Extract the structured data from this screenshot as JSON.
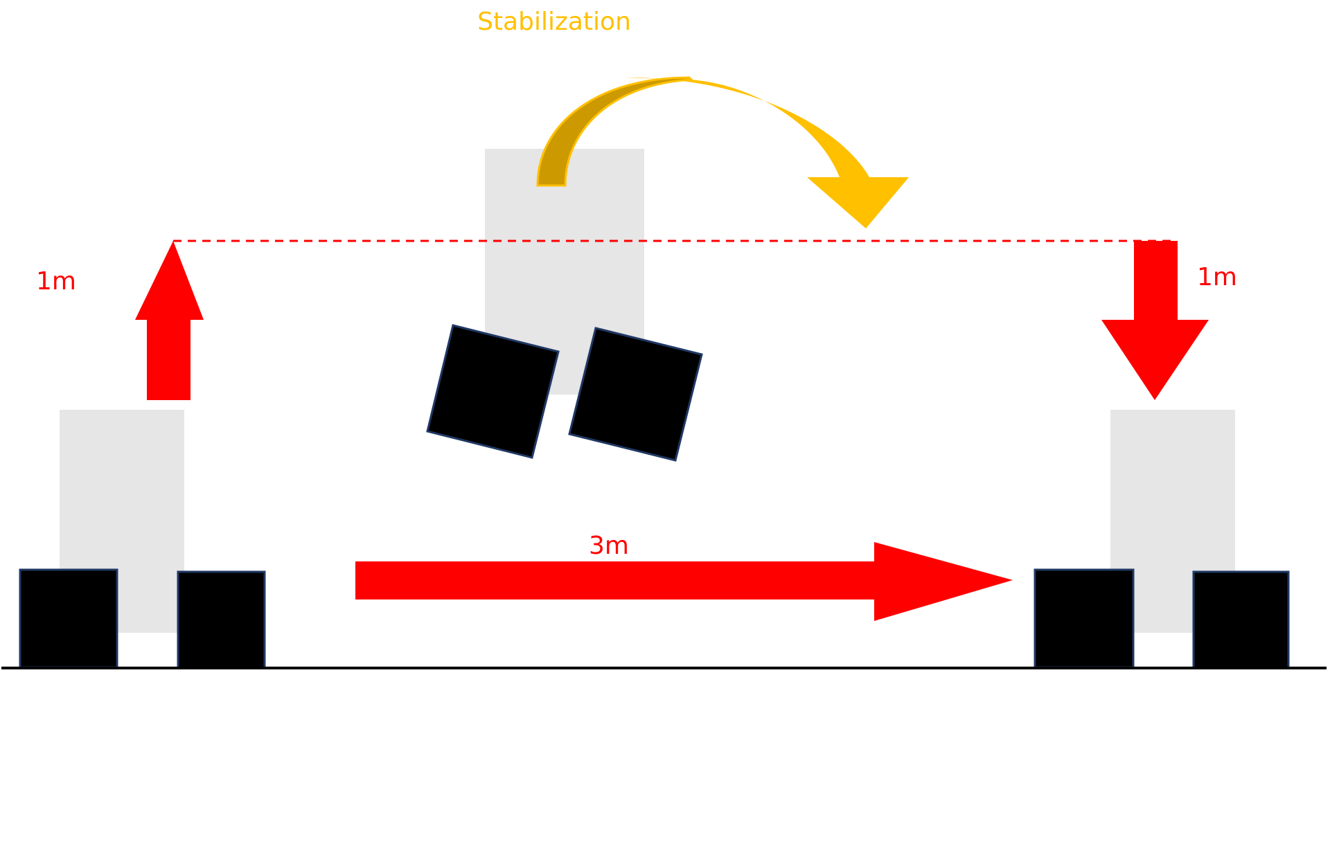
{
  "title": "Stabilization",
  "labels": {
    "left_lift": "1m",
    "right_drop": "1m",
    "travel": "3m"
  },
  "colors": {
    "title": "#FFC000",
    "rotation_arrow": "#FFC000",
    "rotation_arrow_dark": "#CC9900",
    "motion": "#FF0000",
    "zone": "#E6E6E6",
    "block_fill": "#000000",
    "block_stroke": "#203864",
    "ground": "#000000"
  }
}
